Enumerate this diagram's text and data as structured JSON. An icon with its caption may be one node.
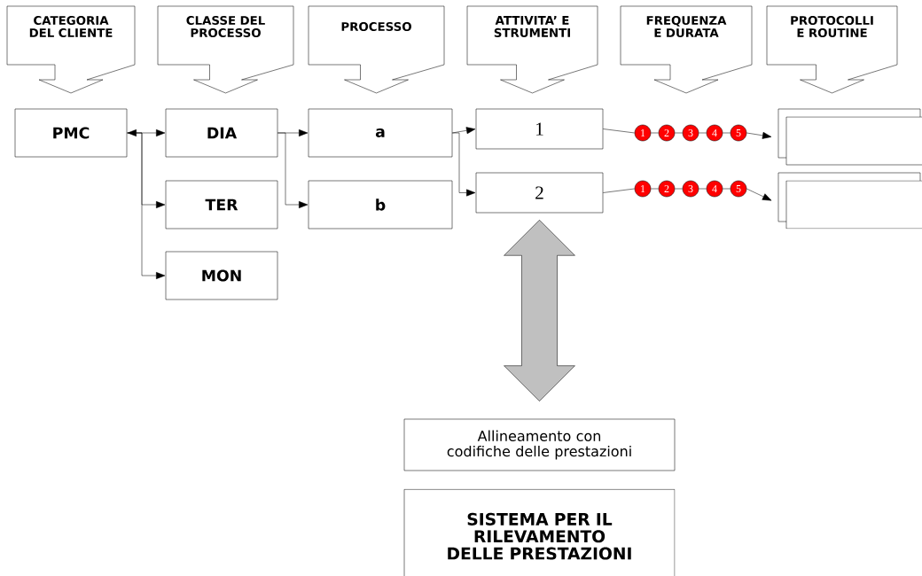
{
  "diagram": {
    "nodes": [
      {
        "text": [
          "CATEGORIA DEL CLIENTE"
        ]
      },
      {
        "text": [
          "CLASSE DEL PROCESSO"
        ]
      },
      {
        "text": [
          "PROCESSO"
        ]
      },
      {
        "text": [
          "ATTIVITA’ E STRUMENTI"
        ]
      },
      {
        "text": [
          "FREQUENZA E DURATA"
        ]
      },
      {
        "text": [
          "PROTOCOLLI E ROUTINE"
        ]
      },
      {
        "text": [
          "PMC"
        ]
      },
      {
        "text": [
          "DIA"
        ]
      },
      {
        "text": [
          "TER"
        ]
      },
      {
        "text": [
          "MON"
        ]
      },
      {
        "text": [
          "a"
        ]
      },
      {
        "text": [
          "b"
        ]
      },
      {
        "text": [
          "1"
        ]
      },
      {
        "text": [
          "2"
        ]
      },
      {
        "text": [
          "1"
        ]
      },
      {
        "text": [
          "2"
        ]
      },
      {
        "text": [
          "3"
        ]
      },
      {
        "text": [
          "4"
        ]
      },
      {
        "text": [
          "5"
        ]
      },
      {
        "text": [
          "1"
        ]
      },
      {
        "text": [
          "2"
        ]
      },
      {
        "text": [
          "3"
        ]
      },
      {
        "text": [
          "4"
        ]
      },
      {
        "text": [
          "5"
        ]
      },
      {
        "text": [],
        "shape": "box"
      },
      {
        "text": [],
        "shape": "box"
      },
      {
        "text": [
          "Allineamento con codifiche delle prestazioni"
        ]
      },
      {
        "text": [
          "SISTEMA PER IL RILEVAMENTO DELLE PRESTAZIONI"
        ]
      }
    ],
    "edges": [
      {
        "from": 6,
        "to": 7,
        "arrow": "both"
      },
      {
        "from": 6,
        "to": 8,
        "arrow": "to"
      },
      {
        "from": 6,
        "to": 9,
        "arrow": "to"
      },
      {
        "from": 7,
        "to": 10,
        "arrow": "to"
      },
      {
        "from": 7,
        "to": 11,
        "arrow": "to"
      },
      {
        "from": 10,
        "to": 12,
        "arrow": "to"
      },
      {
        "from": 10,
        "to": 13,
        "arrow": "to"
      },
      {
        "from": 12,
        "to": 14,
        "arrow": "none"
      },
      {
        "from": 14,
        "to": 15,
        "arrow": "none"
      },
      {
        "from": 15,
        "to": 16,
        "arrow": "none"
      },
      {
        "from": 16,
        "to": 17,
        "arrow": "none"
      },
      {
        "from": 17,
        "to": 18,
        "arrow": "none"
      },
      {
        "from": 18,
        "to": 24,
        "arrow": "to"
      },
      {
        "from": 13,
        "to": 19,
        "arrow": "none"
      },
      {
        "from": 19,
        "to": 20,
        "arrow": "none"
      },
      {
        "from": 20,
        "to": 21,
        "arrow": "none"
      },
      {
        "from": 21,
        "to": 22,
        "arrow": "none"
      },
      {
        "from": 22,
        "to": 23,
        "arrow": "none"
      },
      {
        "from": 23,
        "to": 25,
        "arrow": "to"
      },
      {
        "from": 13,
        "to": 26,
        "arrow": "both",
        "style": "thick",
        "color": "#c0c0c0"
      }
    ]
  }
}
